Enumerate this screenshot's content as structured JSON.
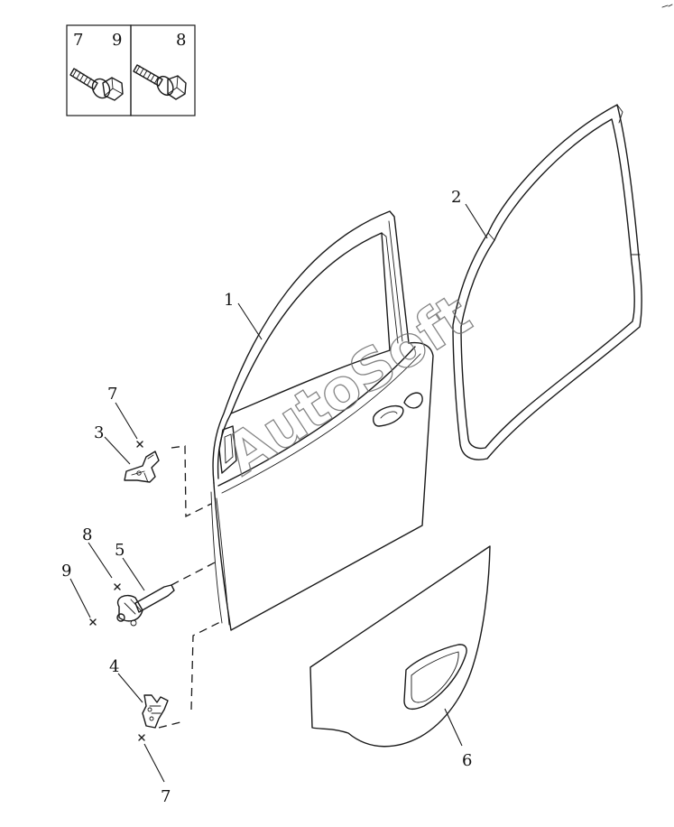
{
  "legend": {
    "left_labels": [
      "7",
      "9"
    ],
    "right_label": "8"
  },
  "callouts": {
    "door_shell": "1",
    "weatherstrip": "2",
    "upper_hinge": "3",
    "lower_hinge": "4",
    "door_check": "5",
    "trim_panel": "6",
    "bolt_upper_hinge": "7",
    "bolt_lower_hinge": "7",
    "bolt_check": "8",
    "nut_check": "9"
  },
  "watermark": "AutoSoft",
  "colors": {
    "line": "#1a1a1a",
    "watermark": "#6f6f6f",
    "background": "#ffffff"
  }
}
